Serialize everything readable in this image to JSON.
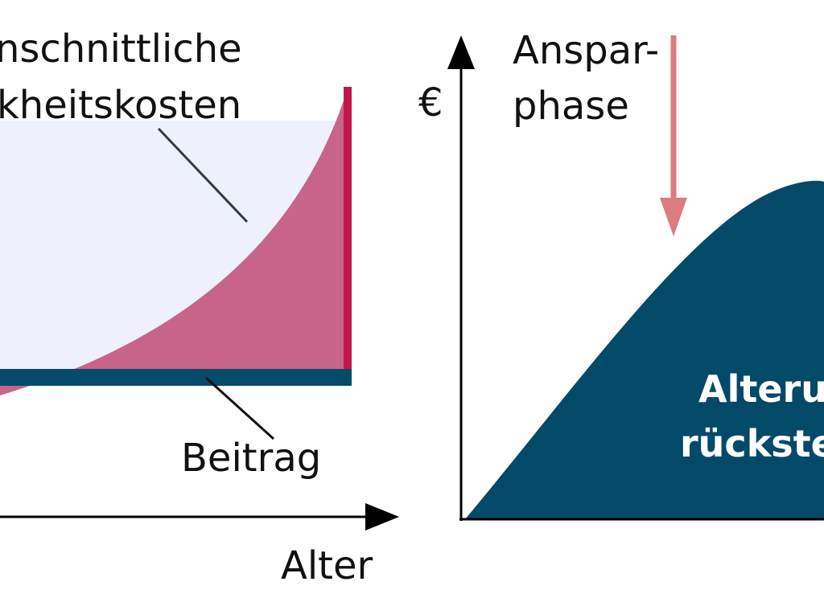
{
  "left_diagram": {
    "cost_label_line1": "nschnittliche",
    "cost_label_line2": "kheitskosten",
    "premium_label": "Beitrag",
    "x_axis_label": "Alter"
  },
  "right_diagram": {
    "y_axis_label": "€",
    "phase_label_line1": "Anspar-",
    "phase_label_line2": "phase",
    "reserve_label_line1": "Alteru",
    "reserve_label_line2": "rückste"
  },
  "colors": {
    "background_fill": "#eef0fb",
    "cost_fill": "#c8648a",
    "cost_edge": "#c2164a",
    "premium_band": "#064b6a",
    "reserve_fill": "#034a69",
    "arrow": "#dc7b80",
    "axis": "#000000"
  }
}
